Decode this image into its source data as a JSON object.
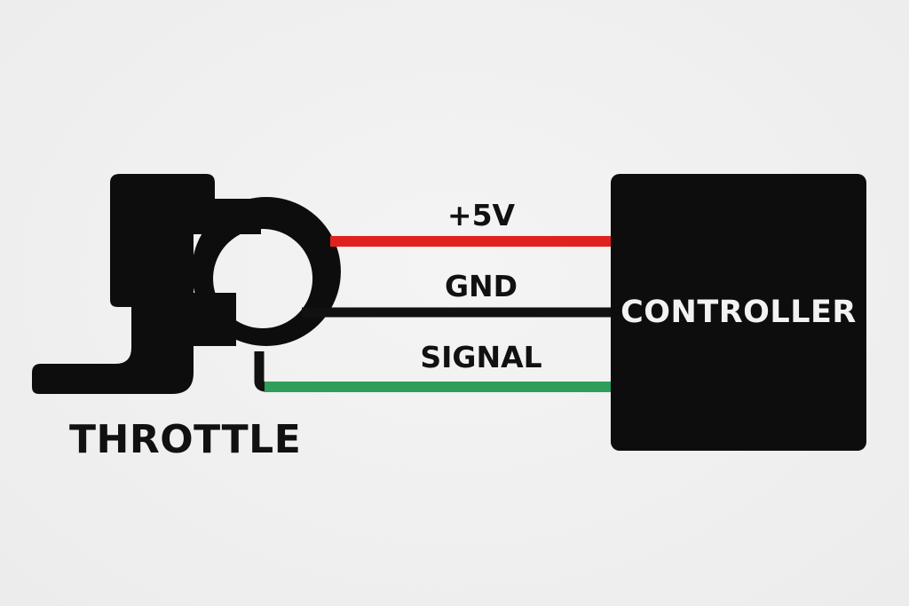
{
  "components": {
    "throttle": {
      "label": "THROTTLE"
    },
    "controller": {
      "label": "CONTROLLER"
    }
  },
  "wires": [
    {
      "label": "+5V",
      "color": "#e0221e"
    },
    {
      "label": "GND",
      "color": "#111111"
    },
    {
      "label": "SIGNAL",
      "color": "#2e9e5b"
    }
  ]
}
